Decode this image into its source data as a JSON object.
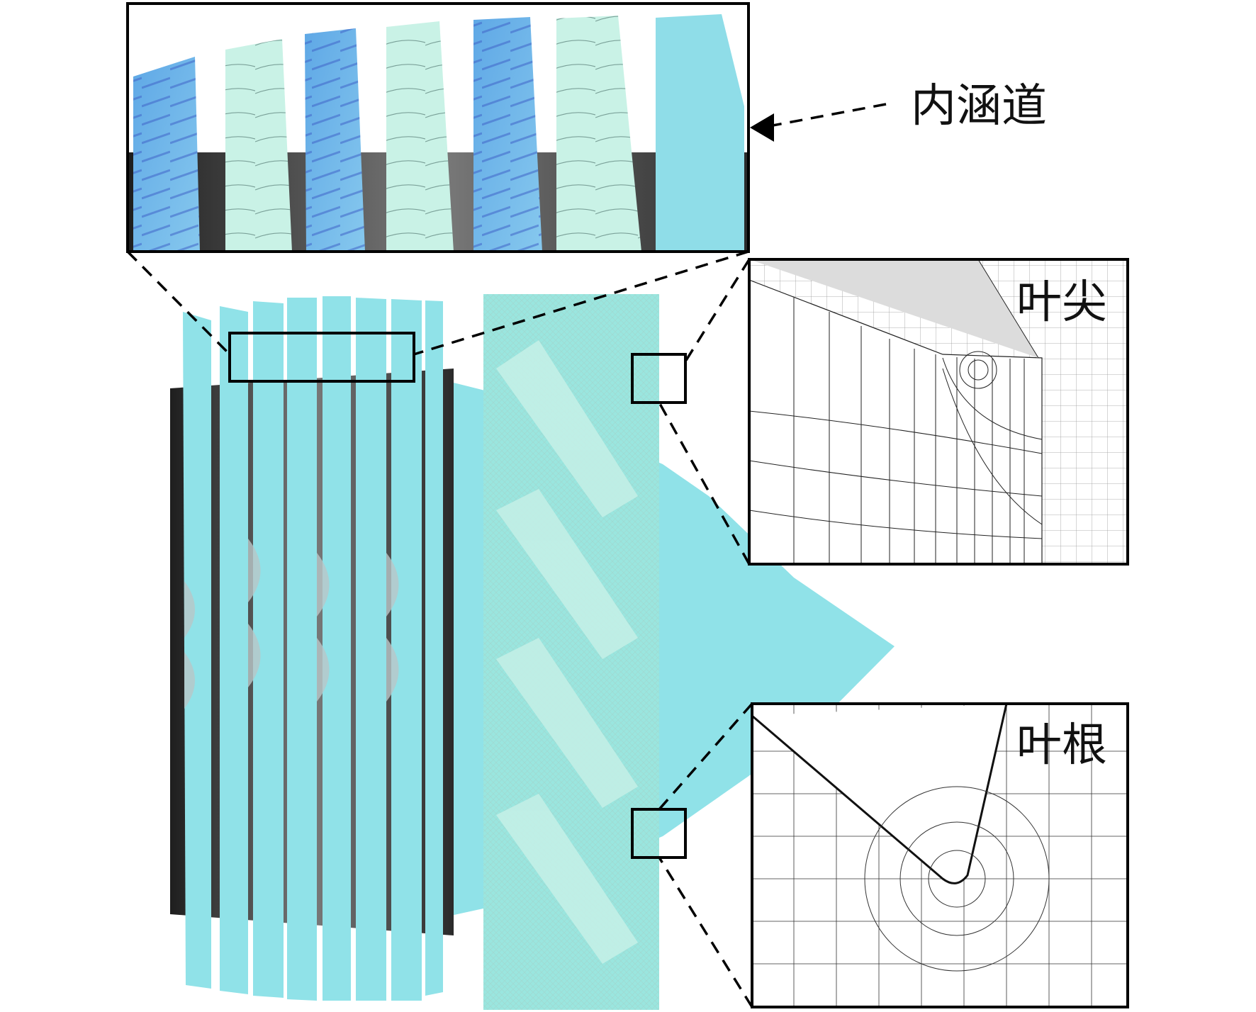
{
  "labels": {
    "inner_duct": "内涵道",
    "blade_tip": "叶尖",
    "blade_root": "叶根"
  },
  "colors": {
    "blade_cyan": "#8fe3e6",
    "blade_light": "#c9f2e6",
    "blade_blue": "#6fa8e8",
    "hub_dark": "#3a3a3a",
    "frame": "#000000",
    "mesh_line": "#222222"
  },
  "icons": {
    "leader_arrow": "arrow-left-icon"
  }
}
